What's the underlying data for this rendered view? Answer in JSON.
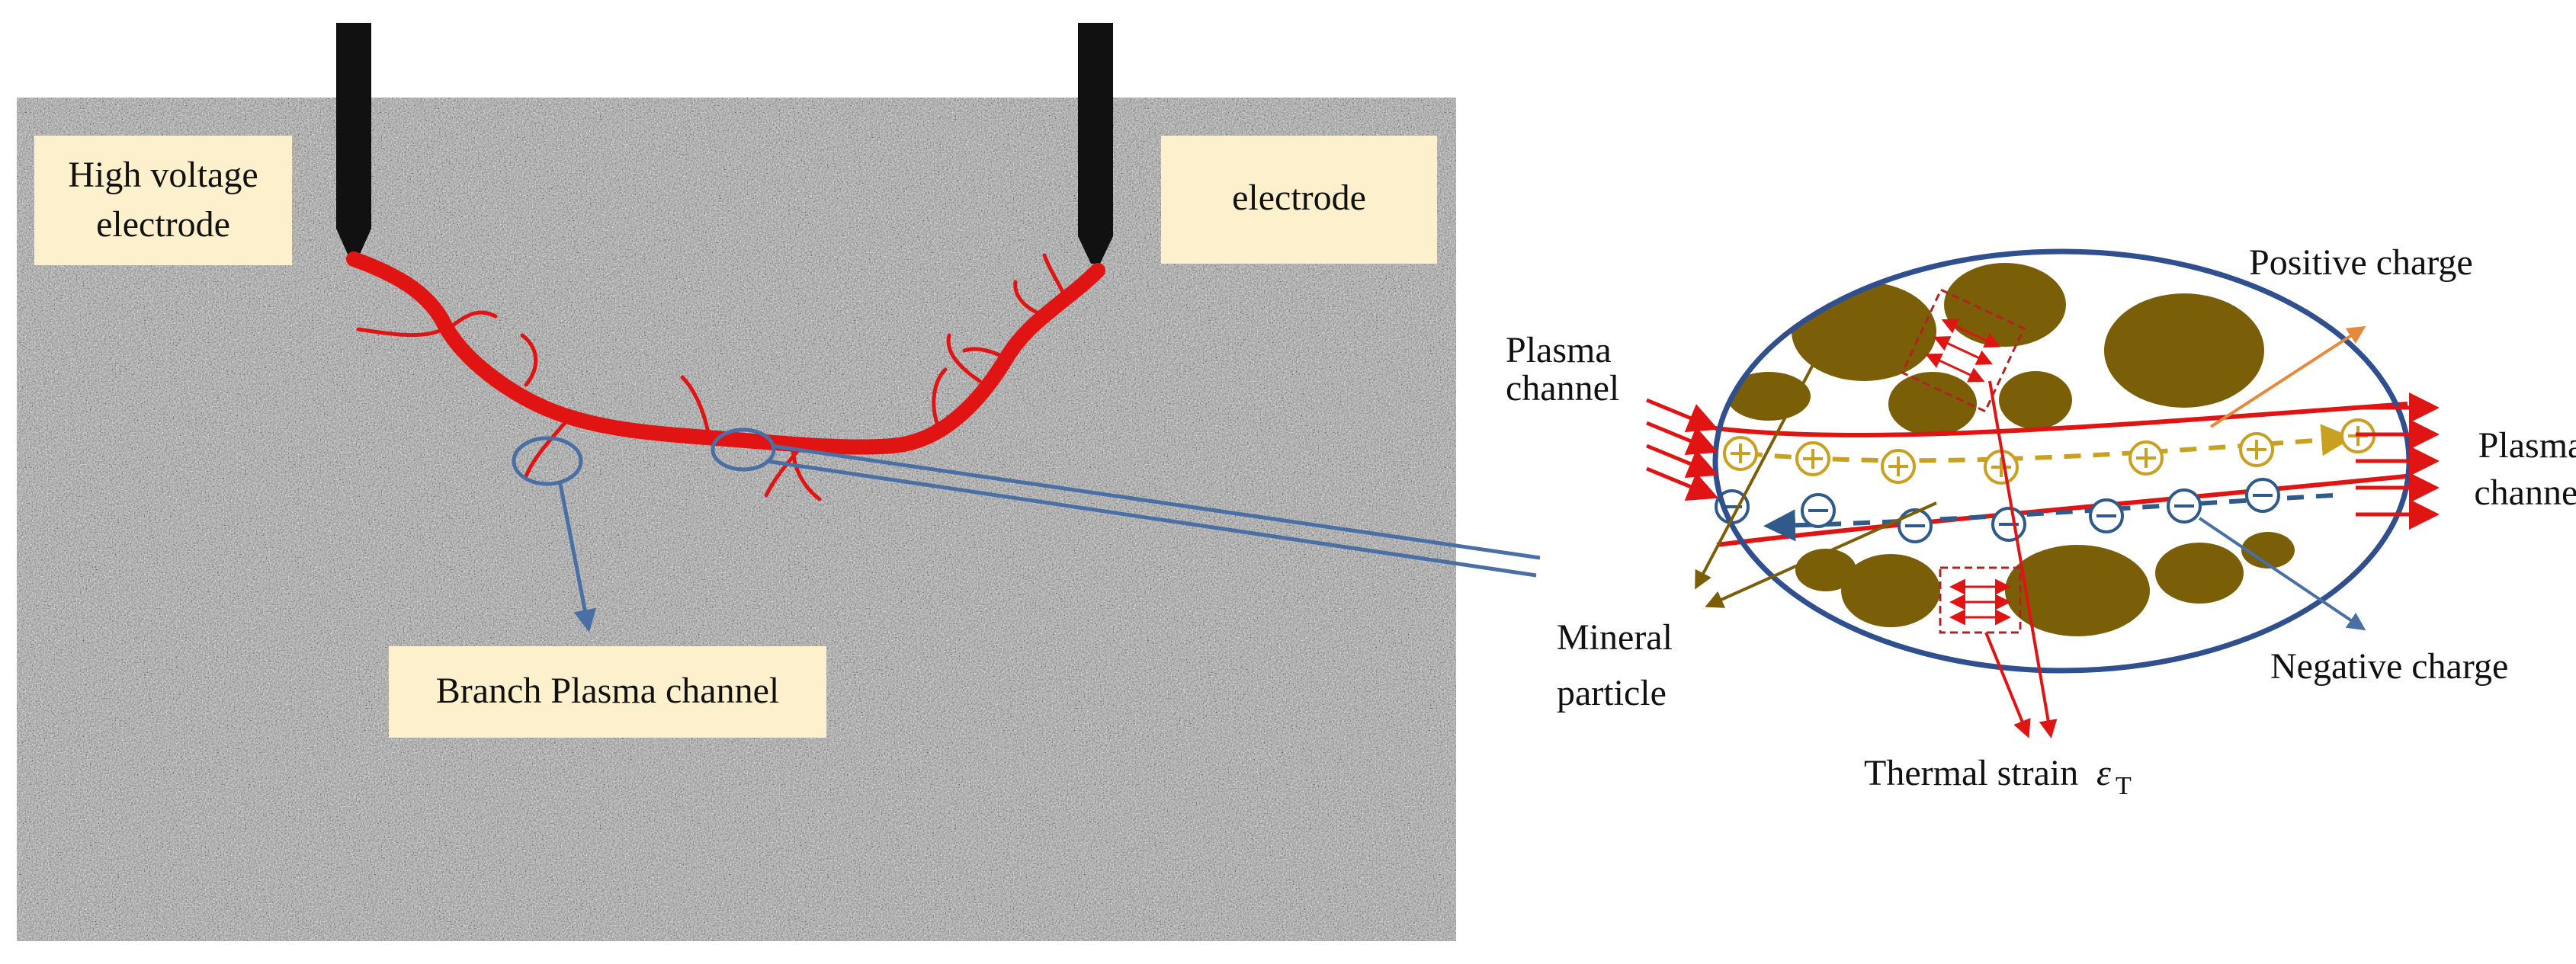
{
  "labels": {
    "hv_electrode_line1": "High voltage",
    "hv_electrode_line2": "electrode",
    "electrode": "electrode",
    "branch_plasma_channel": "Branch Plasma channel",
    "positive_charge": "Positive charge",
    "plasma_channel_in_line1": "Plasma",
    "plasma_channel_in_line2": "channel",
    "plasma_channel_out_line1": "Plasma",
    "plasma_channel_out_line2": "channel",
    "mineral_particle_line1": "Mineral",
    "mineral_particle_line2": "particle",
    "negative_charge": "Negative charge",
    "thermal_strain": "Thermal strain",
    "thermal_strain_symbol": "ε",
    "thermal_strain_subscript": "T"
  },
  "charges": {
    "positive_symbol": "⊕",
    "negative_symbol": "⊖",
    "positive_count": 7,
    "negative_count": 7
  },
  "colors": {
    "plasma_channel": "#e11414",
    "mineral": "#7a5e08",
    "positive": "#c9a020",
    "negative": "#2f5a8a",
    "outline": "#2f4f8f",
    "label_box": "#fdf0cc",
    "rock": "#9c9c9c",
    "positive_arrow": "#e58a3a",
    "negative_arrow": "#4a6fa5"
  }
}
